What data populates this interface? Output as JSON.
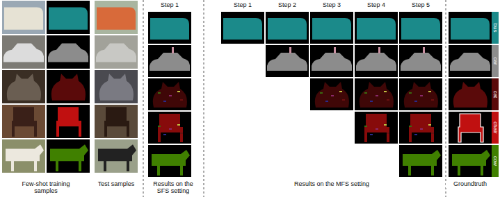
{
  "diagram": {
    "labels": [
      "Step 1",
      "Step 1",
      "Step 2",
      "Step 3",
      "Step 4",
      "Step 5",
      "Few-shot training samples",
      "Test samples",
      "Results on the SFS setting",
      "Results on the MFS setting",
      "Groundtruth"
    ],
    "legend": [
      {
        "text": "bus",
        "color": "#1b8a8a"
      },
      {
        "text": "car",
        "color": "#8c8c8c"
      },
      {
        "text": "cat",
        "color": "#5a0a0a"
      },
      {
        "text": "chair",
        "color": "#c01010"
      },
      {
        "text": "cow",
        "color": "#408000"
      }
    ]
  }
}
